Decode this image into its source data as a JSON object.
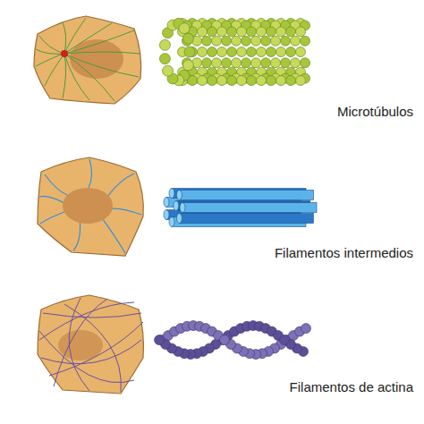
{
  "diagram": {
    "labels": [
      "Microtúbulos",
      "Filamentos intermedios",
      "Filamentos de actina"
    ]
  }
}
